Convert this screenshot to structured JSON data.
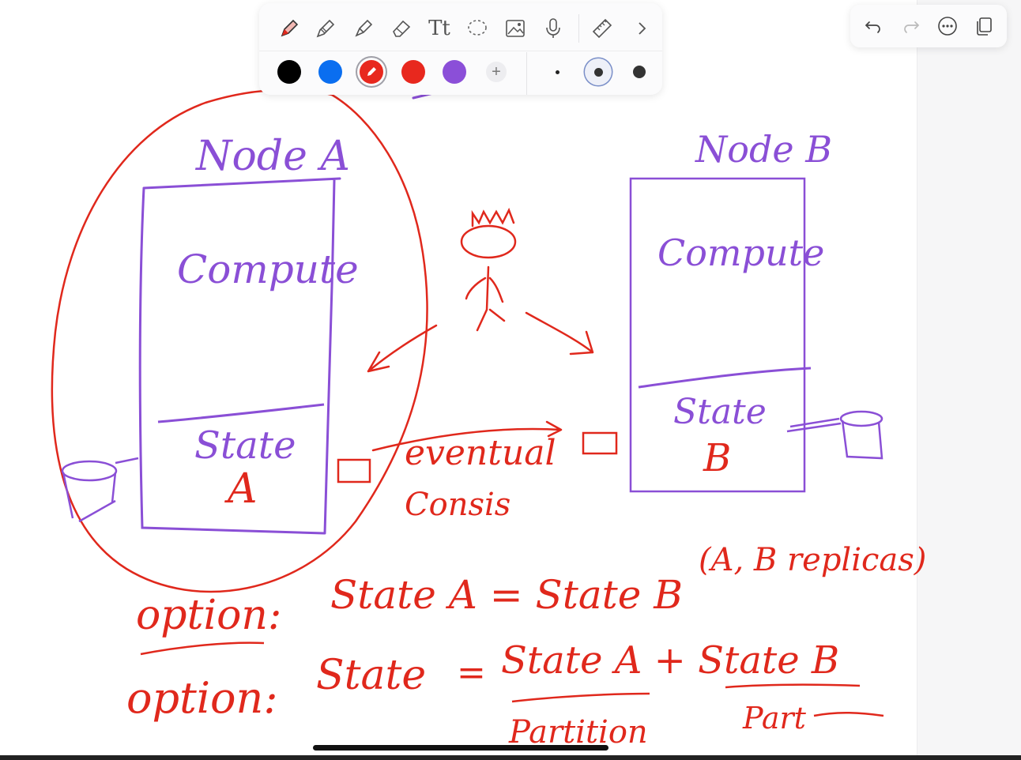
{
  "colors": {
    "ink_red": "#e0281c",
    "ink_purple": "#8a4fd6",
    "swatch_black": "#000000",
    "swatch_blue": "#0a6ef0",
    "swatch_red_selected": "#e8281e",
    "swatch_red": "#e8281e",
    "swatch_purple": "#8b4fd8"
  },
  "toolbar": {
    "tools": [
      "pen-icon",
      "pencil-icon",
      "highlighter-icon",
      "eraser-icon",
      "text-tool",
      "lasso-icon",
      "image-icon",
      "microphone-icon",
      "ruler-icon",
      "chevron-right-icon"
    ],
    "text_tool_label": "Tt",
    "add_color_label": "+",
    "selected_color": "red",
    "selected_stroke_size": "medium"
  },
  "top_right": {
    "buttons": [
      "undo-icon",
      "redo-icon",
      "more-icon",
      "pages-icon"
    ]
  },
  "note": {
    "node_a_title": "Node A",
    "node_a_compute": "Compute",
    "node_a_state_1": "State",
    "node_a_state_2": "A",
    "node_b_title": "Node B",
    "node_b_compute": "Compute",
    "node_b_state_1": "State",
    "node_b_state_2": "B",
    "eventual_1": "eventual",
    "eventual_2": "Consis",
    "option1_label": "option:",
    "option1_formula": "State A = State B",
    "option1_note": "(A, B replicas)",
    "option2_label": "option:",
    "option2_lhs": "State",
    "option2_eq": "=",
    "option2_rhs": "State A + State B",
    "option2_under_a": "Partition",
    "option2_under_b": "Part"
  }
}
